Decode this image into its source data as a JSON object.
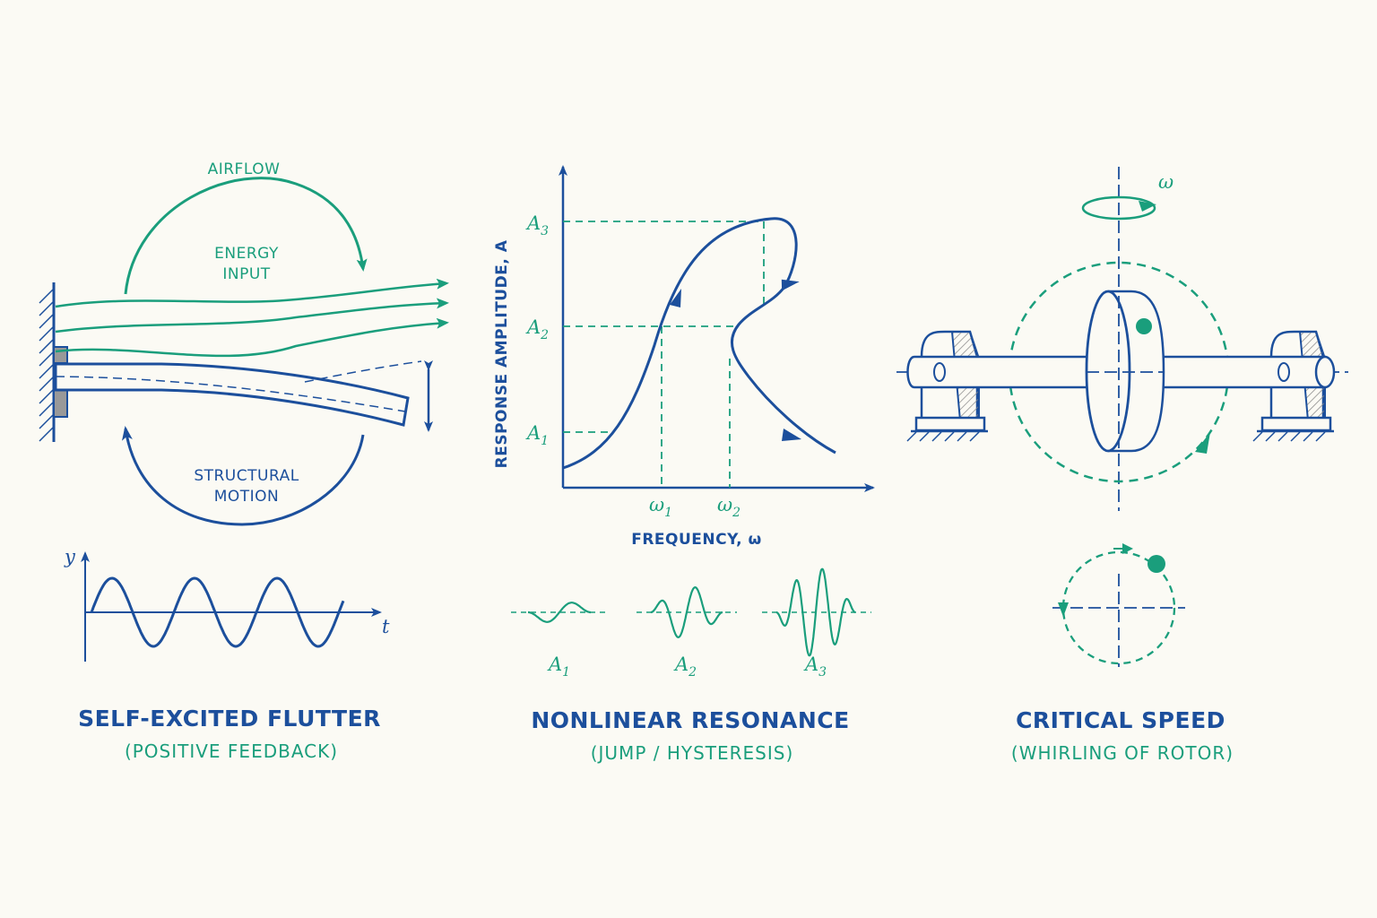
{
  "colors": {
    "blue": "#1c4f9c",
    "green": "#1a9e7c",
    "background": "#fbfaf4"
  },
  "panels": {
    "flutter": {
      "airflow_label": "AIRFLOW",
      "energy_label_line1": "ENERGY",
      "energy_label_line2": "INPUT",
      "motion_label_line1": "STRUCTURAL",
      "motion_label_line2": "MOTION",
      "y_axis": "y",
      "t_axis": "t",
      "title": "SELF-EXCITED FLUTTER",
      "subtitle": "(POSITIVE FEEDBACK)"
    },
    "resonance": {
      "ylabel": "RESPONSE AMPLITUDE, A",
      "xlabel": "FREQUENCY, ω",
      "y_ticks": [
        {
          "base": "A",
          "sub": "3"
        },
        {
          "base": "A",
          "sub": "2"
        },
        {
          "base": "A",
          "sub": "1"
        }
      ],
      "x_ticks": [
        {
          "base": "ω",
          "sub": "1"
        },
        {
          "base": "ω",
          "sub": "2"
        }
      ],
      "waves": [
        {
          "base": "A",
          "sub": "1"
        },
        {
          "base": "A",
          "sub": "2"
        },
        {
          "base": "A",
          "sub": "3"
        }
      ],
      "title": "NONLINEAR RESONANCE",
      "subtitle": "(JUMP / HYSTERESIS)"
    },
    "critical": {
      "omega_label": "ω",
      "title": "CRITICAL SPEED",
      "subtitle": "(WHIRLING OF ROTOR)"
    }
  }
}
